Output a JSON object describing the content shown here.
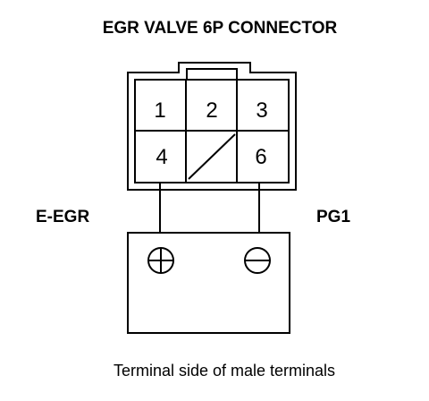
{
  "title": "EGR VALVE 6P CONNECTOR",
  "connector": {
    "pins": [
      {
        "label": "1",
        "active": true
      },
      {
        "label": "2",
        "active": true
      },
      {
        "label": "3",
        "active": true
      },
      {
        "label": "4",
        "active": true
      },
      {
        "label": "",
        "active": false
      },
      {
        "label": "6",
        "active": true
      }
    ]
  },
  "wires": {
    "left_label": "E-EGR",
    "right_label": "PG1"
  },
  "meter": {
    "positive_symbol": "plus-terminal",
    "negative_symbol": "minus-terminal"
  },
  "caption": "Terminal side of male terminals"
}
